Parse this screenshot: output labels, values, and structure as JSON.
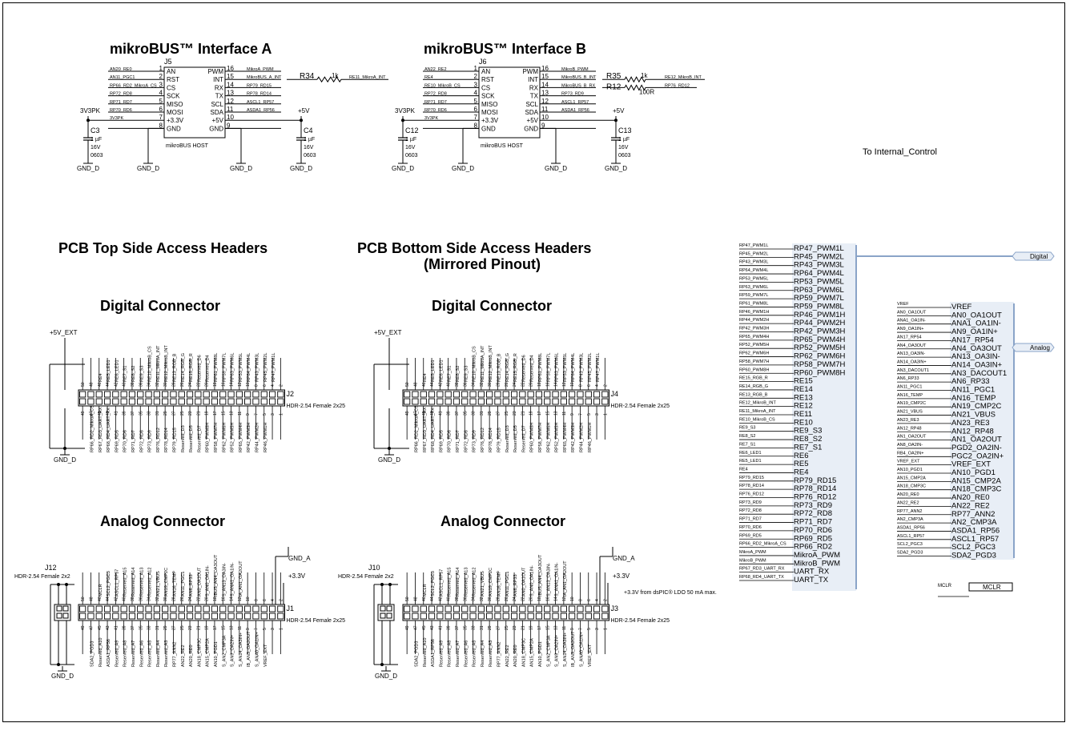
{
  "titles": {
    "mikrobus_a": "mikroBUS™  Interface A",
    "mikrobus_b": "mikroBUS™  Interface B",
    "top_headers": "PCB Top Side Access Headers",
    "bottom_headers": "PCB Bottom Side Access Headers",
    "bottom_headers_sub": "(Mirrored Pinout)",
    "digital_top": "Digital Connector",
    "digital_bottom": "Digital Connector",
    "analog_top": "Analog Connector",
    "analog_bottom": "Analog Connector"
  },
  "mikrobus_a": {
    "ref": "J5",
    "body_label": "mikroBUS HOST",
    "left_pins": [
      [
        "AN",
        "1",
        "AN20_RE0"
      ],
      [
        "RST",
        "2",
        "AN11_PGC1"
      ],
      [
        "CS",
        "3",
        "RP66_RD2_MikroA_CS"
      ],
      [
        "SCK",
        "4",
        "RP72_RD8"
      ],
      [
        "MISO",
        "5",
        "RP71_RD7"
      ],
      [
        "MOSI",
        "6",
        "RP70_RD6"
      ],
      [
        "+3.3V",
        "7",
        "3V3PK"
      ],
      [
        "GND",
        "8",
        ""
      ]
    ],
    "right_pins": [
      [
        "PWM",
        "16",
        "MikroA_PWM"
      ],
      [
        "INT",
        "15",
        "MikroBUS_A_INT"
      ],
      [
        "RX",
        "14",
        "RP79_RD15"
      ],
      [
        "TX",
        "13",
        "RP78_RD14"
      ],
      [
        "SCL",
        "12",
        "ASCL1_RP57"
      ],
      [
        "SDA",
        "11",
        "ASDA1_RP56"
      ],
      [
        "+5V",
        "10",
        ""
      ],
      [
        "GND",
        "9",
        ""
      ]
    ],
    "res_ref": "R34",
    "res_val": "1k",
    "res_net": "RE11_MikroA_INT",
    "supply": "3V3PK",
    "supply5": "+5V",
    "capL": {
      "ref": "C3",
      "v1": "1 µF",
      "v2": "16V",
      "v3": "0603"
    },
    "capR": {
      "ref": "C4",
      "v1": "1 µF",
      "v2": "16V",
      "v3": "0603"
    },
    "gnd": "GND_D"
  },
  "mikrobus_b": {
    "ref": "J6",
    "body_label": "mikroBUS HOST",
    "left_pins": [
      [
        "AN",
        "1",
        "AN22_RE2"
      ],
      [
        "RST",
        "2",
        "RE4"
      ],
      [
        "CS",
        "3",
        "RE10_MikroB_CS"
      ],
      [
        "SCK",
        "4",
        "RP72_RD8"
      ],
      [
        "MISO",
        "5",
        "RP71_RD7"
      ],
      [
        "MOSI",
        "6",
        "RP70_RD6"
      ],
      [
        "+3.3V",
        "7",
        "3V3PK"
      ],
      [
        "GND",
        "8",
        ""
      ]
    ],
    "right_pins": [
      [
        "PWM",
        "16",
        "MikroB_PWM"
      ],
      [
        "INT",
        "15",
        "MikroBUS_B_INT"
      ],
      [
        "RX",
        "14",
        "MikroBUS_B_RX"
      ],
      [
        "TX",
        "13",
        "RP73_RD9"
      ],
      [
        "SCL",
        "12",
        "ASCL1_RP57"
      ],
      [
        "SDA",
        "11",
        "ASDA1_RP56"
      ],
      [
        "+5V",
        "10",
        ""
      ],
      [
        "GND",
        "9",
        ""
      ]
    ],
    "r35": {
      "ref": "R35",
      "val": "1k",
      "net": "RE12_MikroB_INT"
    },
    "r12": {
      "ref": "R12",
      "val": "100R",
      "net": "RP76_RD12"
    },
    "supply": "3V3PK",
    "supply5": "+5V",
    "capL": {
      "ref": "C12",
      "v1": "1 µF",
      "v2": "16V",
      "v3": "0603"
    },
    "capR": {
      "ref": "C13",
      "v1": "1 µF",
      "v2": "16V",
      "v3": "0603"
    },
    "gnd": "GND_D"
  },
  "to_internal": "To Internal_Control",
  "headers": {
    "J2": "J2",
    "J4": "J4",
    "J1": "J1",
    "J3": "J3",
    "J12": "J12",
    "J10": "J10",
    "hdr_2x25": "HDR-2.54 Female 2x25",
    "hdr_2x2": "HDR-2.54 Female 2x2",
    "v5_ext": "+5V_EXT",
    "gnd_d": "GND_D",
    "gnd_a": "GND_A",
    "v33": "+3.3V",
    "ldo_note": "+3.3V from dsPIC® LDO 50 mA max.",
    "digital_top_labels": [
      "RE4",
      "RE5_LED1",
      "RE6_LED1",
      "RE7_S1",
      "RE8_S2",
      "RE9_S3",
      "RE10_MikroB_CS",
      "RE11_MikroA_INT",
      "RE12_MikroB_INT",
      "RE13_RGB_B",
      "RE14_RGB_G",
      "RE15_RGB_R",
      "Reserved_D6",
      "Reserved_D4",
      "RP61_PWM8L",
      "RP59_PWM7L",
      "RP63_PWM6L",
      "RP53_PWM5L",
      "RP64_PWM4L",
      "RP43_PWM3L",
      "RP45_PWM2L",
      "RP47_PWM1L"
    ],
    "digital_bot_labels": [
      "RP66_RD2_MikroA_CS",
      "RP67_RD3_UART_RX",
      "RP68_RD4_UART_TX",
      "RP69_RD5",
      "RP70_RD6",
      "RP71_RD7",
      "RP72_RD8",
      "RP73_RD9",
      "RP76_RD12",
      "RP78_RD14",
      "RP79_RD15",
      "Reserved_D3",
      "Reserved_D5",
      "Reserved_D7",
      "RP60_PWM8H",
      "RP58_PWM7H",
      "RP62_PWM6H",
      "RP52_PWM5H",
      "RP65_PWM4H",
      "RP42_PWM3H",
      "RP44_PWM2H",
      "RP46_PWM1H"
    ],
    "analog_top_labels": [
      "MCLR",
      "SCL2_PGC3",
      "ASCL1_RP57",
      "Reserved_A15",
      "Reserved_A14",
      "Reserved_A13",
      "Reserved_A12",
      "AN21_VBUS",
      "AN19_CMP2C",
      "AN16_TEMP",
      "AN11_PGC1",
      "AN6_RP33",
      "AN0_OA1OUT",
      "S_AN0_OA1IN-",
      "IBUS_AN4_OA3OUT",
      "S_AN13_OA3IN-",
      "S_ANA1_OA1IN-",
      "IA_AN1_OA2OUT"
    ],
    "analog_bot_labels": [
      "SDA2_PGD3",
      "Reserved_A10",
      "ASDA1_RP56",
      "Reserved_A9",
      "Reserved_A8",
      "Reserved_A7",
      "Reserved_A6",
      "Reserved_A5",
      "Reserved_A4",
      "Reserved_A3",
      "RP77_ANN2",
      "AN22_RE2",
      "AN20_RE0",
      "AN18_CMP3C",
      "AN15_CMP2A",
      "AN10_PGD1",
      "S_AN2_CMP3A",
      "S_AN9_OA2IN+",
      "S_AN14_OA3IN+",
      "IB_AN3_OA2OUT",
      "S_ANA0_OA1IN+",
      "VREF_EXT"
    ]
  },
  "digital_bus": {
    "port": "Digital",
    "nets": [
      [
        "RP47_PWM1L",
        "RP47_PWM1L"
      ],
      [
        "RP45_PWM2L",
        "RP45_PWM2L"
      ],
      [
        "RP43_PWM3L",
        "RP43_PWM3L"
      ],
      [
        "RP64_PWM4L",
        "RP64_PWM4L"
      ],
      [
        "RP53_PWM5L",
        "RP53_PWM5L"
      ],
      [
        "RP63_PWM6L",
        "RP63_PWM6L"
      ],
      [
        "RP59_PWM7L",
        "RP59_PWM7L"
      ],
      [
        "RP61_PWM8L",
        "RP59_PWM8L"
      ],
      [
        "RP46_PWM1H",
        "RP46_PWM1H"
      ],
      [
        "RP44_PWM2H",
        "RP44_PWM2H"
      ],
      [
        "RP42_PWM3H",
        "RP42_PWM3H"
      ],
      [
        "RP65_PWM4H",
        "RP65_PWM4H"
      ],
      [
        "RP52_PWM5H",
        "RP52_PWM5H"
      ],
      [
        "RP62_PWM6H",
        "RP62_PWM6H"
      ],
      [
        "RP58_PWM7H",
        "RP58_PWM7H"
      ],
      [
        "RP60_PWM8H",
        "RP60_PWM8H"
      ],
      [
        "RE15_RGB_R",
        "RE15"
      ],
      [
        "RE14_RGB_G",
        "RE14"
      ],
      [
        "RE13_RGB_B",
        "RE13"
      ],
      [
        "RE12_MikroB_INT",
        "RE12"
      ],
      [
        "RE11_MikroA_INT",
        "RE11"
      ],
      [
        "RE10_MikroB_CS",
        "RE10"
      ],
      [
        "RE9_S3",
        "RE9_S3"
      ],
      [
        "RE8_S2",
        "RE8_S2"
      ],
      [
        "RE7_S1",
        "RE7_S1"
      ],
      [
        "RE6_LED1",
        "RE6"
      ],
      [
        "RE5_LED1",
        "RE5"
      ],
      [
        "RE4",
        "RE4"
      ],
      [
        "RP79_RD15",
        "RP79_RD15"
      ],
      [
        "RP78_RD14",
        "RP78_RD14"
      ],
      [
        "RP76_RD12",
        "RP76_RD12"
      ],
      [
        "RP73_RD9",
        "RP73_RD9"
      ],
      [
        "RP72_RD8",
        "RP72_RD8"
      ],
      [
        "RP71_RD7",
        "RP71_RD7"
      ],
      [
        "RP70_RD6",
        "RP70_RD6"
      ],
      [
        "RP69_RD5",
        "RP69_RD5"
      ],
      [
        "RP66_RD2_MikroA_CS",
        "RP66_RD2"
      ],
      [
        "MikroA_PWM",
        "MikroA_PWM"
      ],
      [
        "MikroB_PWM",
        "MikroB_PWM"
      ],
      [
        "RP67_RD3_UART_RX",
        "UART_RX"
      ],
      [
        "RP68_RD4_UART_TX",
        "UART_TX"
      ]
    ]
  },
  "analog_bus": {
    "port": "Analog",
    "nets": [
      [
        "VREF",
        "VREF"
      ],
      [
        "AN0_OA1OUT",
        "AN0_OA1OUT"
      ],
      [
        "ANA1_OA1IN-",
        "ANA1_OA1IN-"
      ],
      [
        "AN9_OA1IN+",
        "AN9_OA1IN+"
      ],
      [
        "AN17_RP54",
        "AN17_RP54"
      ],
      [
        "AN4_OA3OUT",
        "AN4_OA3OUT"
      ],
      [
        "AN13_OA3IN-",
        "AN13_OA3IN-"
      ],
      [
        "AN14_OA3IN+",
        "AN14_OA3IN+"
      ],
      [
        "AN3_DACOUT1",
        "AN3_DACOUT1"
      ],
      [
        "AN6_RP33",
        "AN6_RP33"
      ],
      [
        "AN11_PGC1",
        "AN11_PGC1"
      ],
      [
        "AN16_TEMP",
        "AN16_TEMP"
      ],
      [
        "AN19_CMP2C",
        "AN19_CMP2C"
      ],
      [
        "AN21_VBUS",
        "AN21_VBUS"
      ],
      [
        "AN23_RE3",
        "AN23_RE3"
      ],
      [
        "AN12_RP48",
        "AN12_RP48"
      ],
      [
        "AN1_OA2OUT",
        "AN1_OA2OUT"
      ],
      [
        "AN8_OA2IN-",
        "PGD2_OA2IN-"
      ],
      [
        "RB4_OA2IN+",
        "PGC2_OA2IN+"
      ],
      [
        "VREF_EXT",
        "VREF_EXT"
      ],
      [
        "AN10_PGD1",
        "AN10_PGD1"
      ],
      [
        "AN15_CMP2A",
        "AN15_CMP2A"
      ],
      [
        "AN18_CMP3C",
        "AN18_CMP3C"
      ],
      [
        "AN20_RE0",
        "AN20_RE0"
      ],
      [
        "AN22_RE2",
        "AN22_RE2"
      ],
      [
        "RP77_ANN2",
        "RP77_ANN2"
      ],
      [
        "AN2_CMP3A",
        "AN2_CMP3A"
      ],
      [
        "ASDA1_RP56",
        "ASDA1_RP56"
      ],
      [
        "ASCL1_RP57",
        "ASCL1_RP57"
      ],
      [
        "SCL2_PGC3",
        "SCL2_PGC3"
      ],
      [
        "SDA2_PGD3",
        "SDA2_PGD3"
      ]
    ]
  },
  "mclr": {
    "net": "MCLR",
    "port": "MCLR"
  }
}
